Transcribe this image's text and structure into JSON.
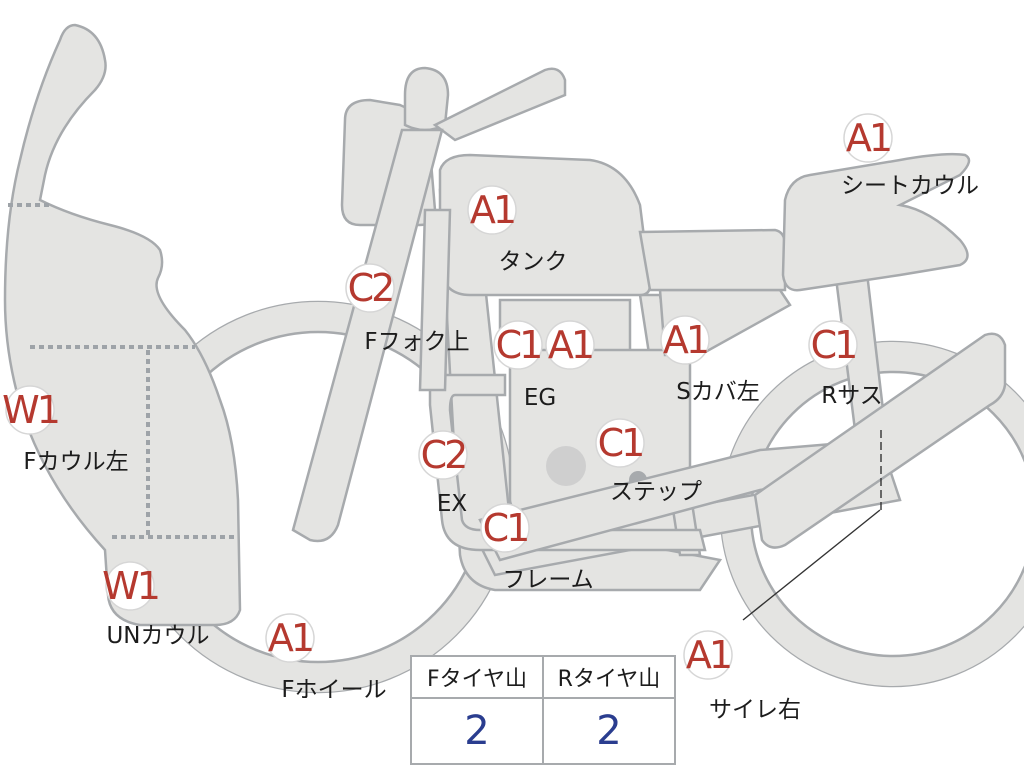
{
  "colors": {
    "part_fill": "#e4e4e2",
    "part_outline": "#a7aaad",
    "grade_text": "#b5392f",
    "tread_value": "#2a3d8f"
  },
  "parts": [
    {
      "id": "seat-cowl",
      "grade": "A1",
      "label": "シートカウル"
    },
    {
      "id": "tank",
      "grade": "A1",
      "label": "タンク"
    },
    {
      "id": "front-fork-upper",
      "grade": "C2",
      "label": "Fフォク上"
    },
    {
      "id": "engine",
      "grades": [
        "C1",
        "A1"
      ],
      "label": "EG"
    },
    {
      "id": "side-cover-left",
      "grade": "A1",
      "label": "Sカバ左"
    },
    {
      "id": "rear-suspension",
      "grade": "C1",
      "label": "Rサス"
    },
    {
      "id": "front-cowl-left",
      "grade": "W1",
      "label": "Fカウル左"
    },
    {
      "id": "exhaust",
      "grade": "C2",
      "label": "EX"
    },
    {
      "id": "step",
      "grade": "C1",
      "label": "ステップ"
    },
    {
      "id": "frame",
      "grade": "C1",
      "label": "フレーム"
    },
    {
      "id": "under-cowl",
      "grade": "W1",
      "label": "UNカウル"
    },
    {
      "id": "front-wheel",
      "grade": "A1",
      "label": "Fホイール"
    },
    {
      "id": "silencer-right",
      "grade": "A1",
      "label": "サイレ右"
    }
  ],
  "tire_tread": {
    "headers": [
      "Fタイヤ山",
      "Rタイヤ山"
    ],
    "values": [
      "2",
      "2"
    ]
  }
}
